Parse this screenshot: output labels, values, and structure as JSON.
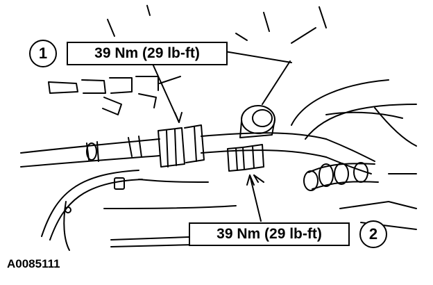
{
  "callouts": [
    {
      "number": "1",
      "torque": "39 Nm (29 lb-ft)"
    },
    {
      "number": "2",
      "torque": "39 Nm (29 lb-ft)"
    }
  ],
  "figure_id": "A0085111"
}
